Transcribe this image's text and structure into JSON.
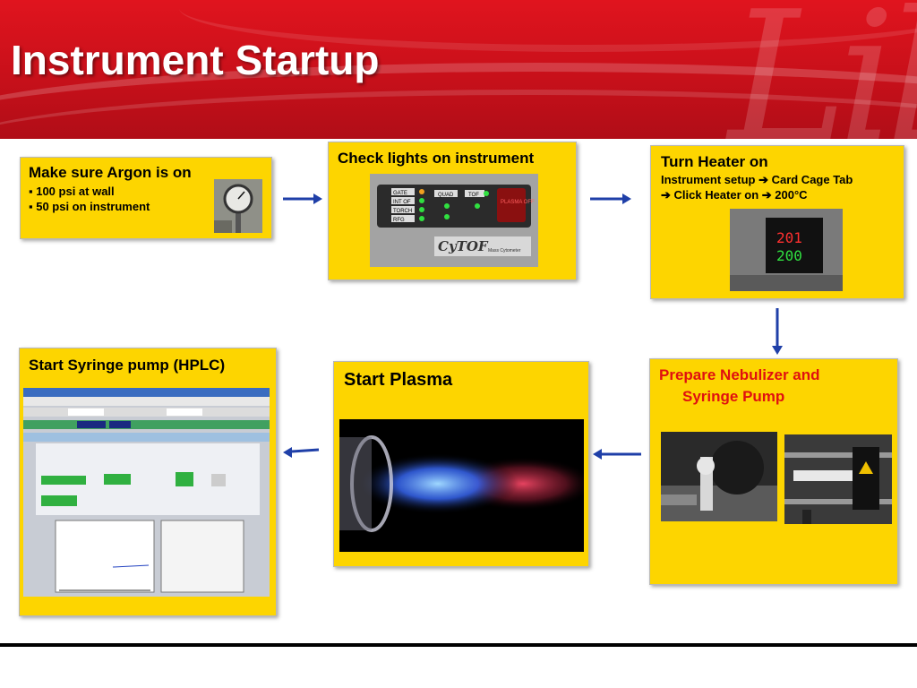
{
  "slide": {
    "title": "Instrument Startup"
  },
  "steps": {
    "argon": {
      "title": "Make sure Argon is on",
      "bullets": [
        "▪ 100 psi at wall",
        "▪ 50 psi on instrument"
      ]
    },
    "lights": {
      "title": "Check lights on instrument",
      "panel_labels": [
        "GATE",
        "INT OF",
        "TORCH",
        "RFG",
        "QUAD",
        "TOF"
      ],
      "plasma_label": "PLASMA OFF",
      "brand": "CyTOF",
      "brand_sub": "Mass Cytometer"
    },
    "heater": {
      "title": "Turn Heater on",
      "line1": "Instrument setup ➔ Card Cage Tab",
      "line2": "➔ Click Heater on ➔ 200°C",
      "display_top": "201",
      "display_bottom": "200"
    },
    "nebulizer": {
      "title_line1": "Prepare Nebulizer and",
      "title_line2": "Syringe Pump"
    },
    "plasma": {
      "title": "Start Plasma"
    },
    "syringe": {
      "title": "Start Syringe pump (HPLC)"
    }
  },
  "colors": {
    "card": "#fdd500",
    "banner": "#d0121c",
    "arrow": "#1f3fa8",
    "accent_red": "#e01010"
  }
}
